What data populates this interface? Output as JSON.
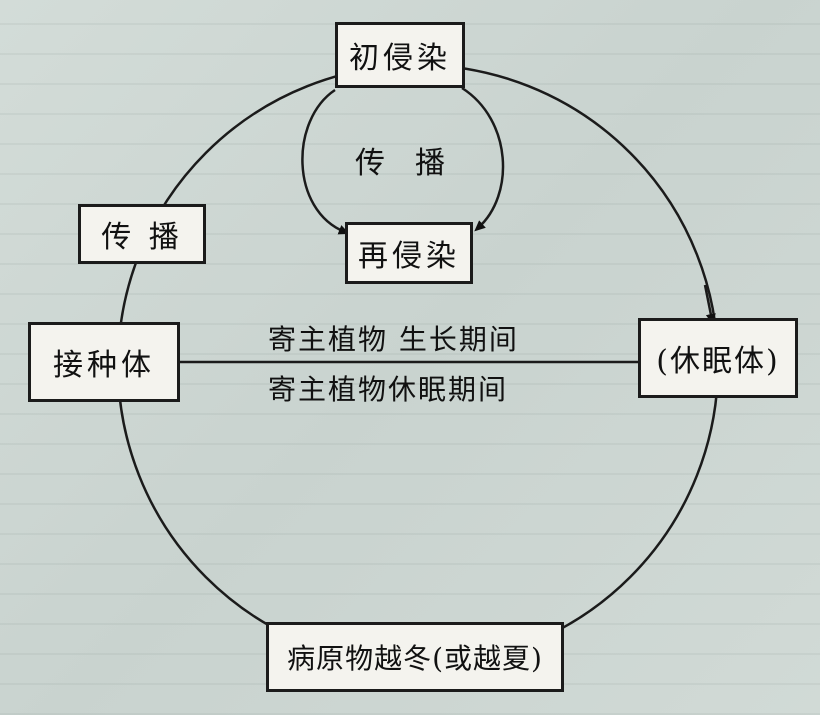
{
  "diagram": {
    "nodes": {
      "primary_infection": "初侵染",
      "secondary_infection": "再侵染",
      "spread_left": "传 播",
      "inoculum": "接种体",
      "dormant_body": "(休眠体)",
      "overwintering": "病原物越冬(或越夏)"
    },
    "inner_loop_label": "传　播",
    "center_line_top": "寄主植物 生长期间",
    "center_line_bottom": "寄主植物休眠期间"
  },
  "colors": {
    "background": "#cfd8d4",
    "box_fill": "#f4f3ee",
    "ink": "#111111"
  }
}
